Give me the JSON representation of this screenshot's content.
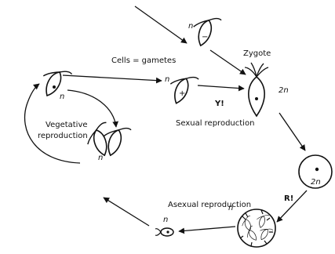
{
  "labels": {
    "cells_gametes": "Cells = gametes",
    "zygote": "Zygote",
    "sexual_reproduction": "Sexual reproduction",
    "vegetative_line1": "Vegetative",
    "vegetative_line2": "reproduction",
    "asexual_reproduction": "Asexual reproduction",
    "y_mark": "Y!",
    "r_mark": "R!"
  },
  "ploidy": {
    "haploid": "n",
    "diploid": "2n",
    "plus": "+",
    "minus": "−"
  },
  "colors": {
    "stroke": "#111111",
    "background": "#ffffff"
  }
}
